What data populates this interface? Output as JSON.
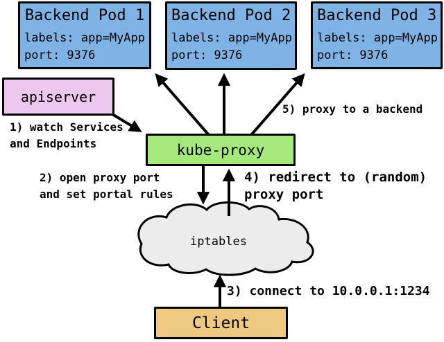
{
  "colors": {
    "background": "#ffffff",
    "pod_fill": "#7fb2e5",
    "apiserver_fill": "#eec7ee",
    "kube_proxy_fill": "#a5e87b",
    "cloud_fill": "#ececec",
    "client_fill": "#efc981",
    "border": "#000000"
  },
  "pods": [
    {
      "title": "Backend Pod 1",
      "labels_line": "labels: app=MyApp",
      "port_line": "port: 9376"
    },
    {
      "title": "Backend Pod 2",
      "labels_line": "labels: app=MyApp",
      "port_line": "port: 9376"
    },
    {
      "title": "Backend Pod 3",
      "labels_line": "labels: app=MyApp",
      "port_line": "port: 9376"
    }
  ],
  "nodes": {
    "apiserver": "apiserver",
    "kube_proxy": "kube-proxy",
    "iptables": "iptables",
    "client": "Client"
  },
  "annotations": {
    "step1_line1": "1) watch Services",
    "step1_line2": "and Endpoints",
    "step2_line1": "2) open proxy port",
    "step2_line2": "and set portal rules",
    "step3": "3) connect to 10.0.0.1:1234",
    "step4_line1": "4) redirect to (random)",
    "step4_line2": "proxy port",
    "step5": "5) proxy to a backend"
  }
}
